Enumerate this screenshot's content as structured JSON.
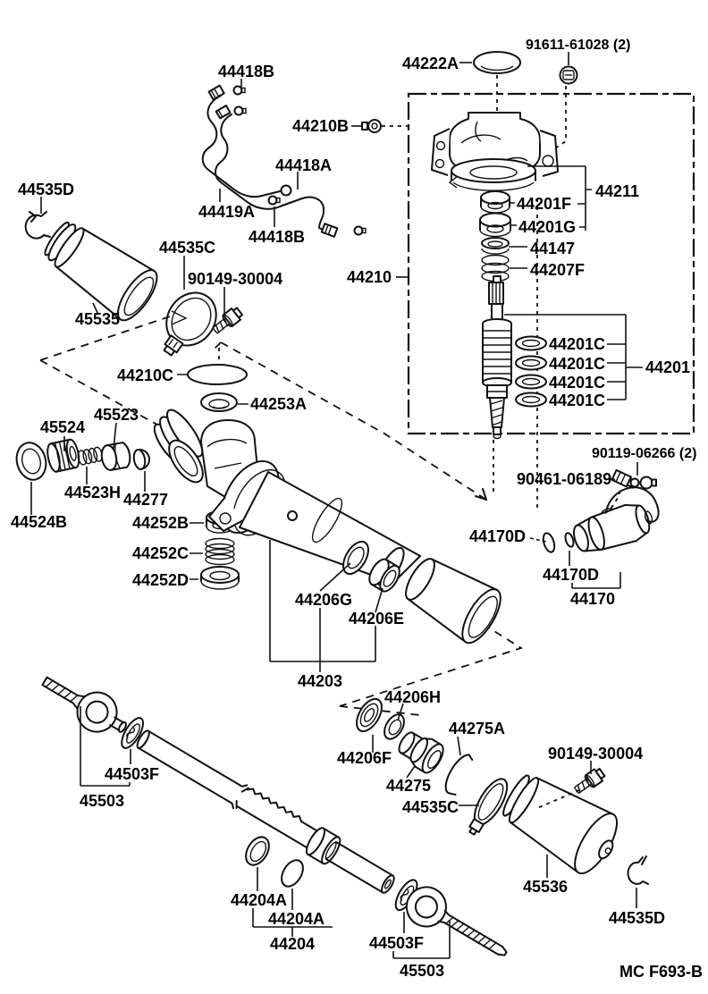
{
  "diagram": {
    "type": "exploded-parts-diagram",
    "subject": "steering gear and rack",
    "colors": {
      "ink": "#111111",
      "background": "#ffffff"
    },
    "labels": {
      "l91611": "91611-61028 (2)",
      "l44222A": "44222A",
      "l44418B_a": "44418B",
      "l44210B": "44210B",
      "l44418A": "44418A",
      "l44535D_a": "44535D",
      "l44419A": "44419A",
      "l44418B_b": "44418B",
      "l44211": "44211",
      "l44201F": "44201F",
      "l44201G": "44201G",
      "l44147": "44147",
      "l44207F": "44207F",
      "l45535": "45535",
      "l44535C_a": "44535C",
      "l90149_a": "90149-30004",
      "l44210": "44210",
      "l44201C_a": "44201C",
      "l44201C_b": "44201C",
      "l44201C_c": "44201C",
      "l44201C_d": "44201C",
      "l44201": "44201",
      "l44210C": "44210C",
      "l44253A": "44253A",
      "l45523": "45523",
      "l45524": "45524",
      "l44523H": "44523H",
      "l44277": "44277",
      "l44524B": "44524B",
      "l44252B": "44252B",
      "l44252C": "44252C",
      "l44252D": "44252D",
      "l90119": "90119-06266 (2)",
      "l90461": "90461-06189",
      "l44170D_a": "44170D",
      "l44170D_b": "44170D",
      "l44170": "44170",
      "l44206G": "44206G",
      "l44206E": "44206E",
      "l44203": "44203",
      "l44206H": "44206H",
      "l44206F": "44206F",
      "l44275A": "44275A",
      "l44275": "44275",
      "l44535C_b": "44535C",
      "l90149_b": "90149-30004",
      "l44503F_a": "44503F",
      "l45503_a": "45503",
      "l45536": "45536",
      "l44204A_a": "44204A",
      "l44204A_b": "44204A",
      "l44204": "44204",
      "l44503F_b": "44503F",
      "l45503_b": "45503",
      "l44535D_b": "44535D",
      "lfooter": "MC F693-B"
    }
  }
}
